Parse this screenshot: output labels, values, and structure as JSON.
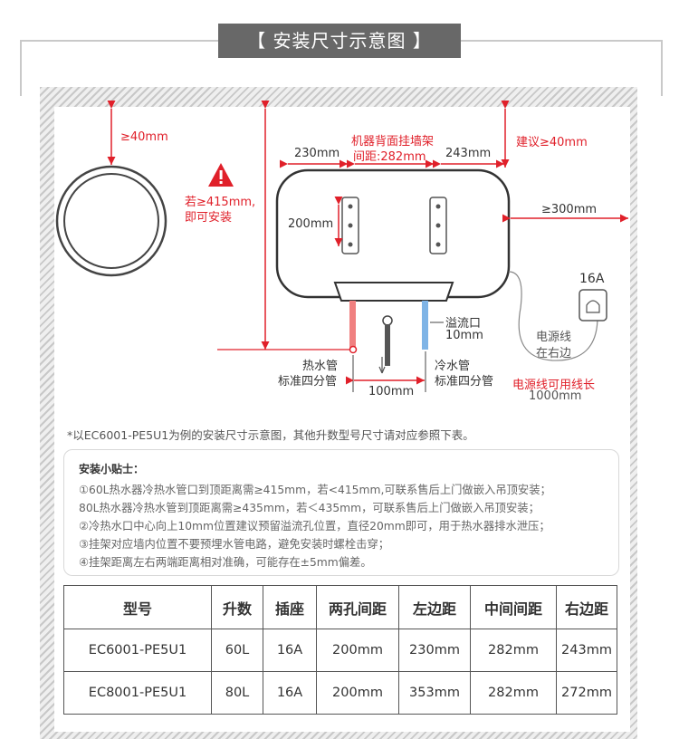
{
  "title": "【 安装尺寸示意图 】",
  "diagram": {
    "top_left_gap": "≥40mm",
    "warning_line1": "若≥415mm,",
    "warning_line2": "即可安装",
    "bracket_title_line1": "机器背面挂墙架",
    "bracket_title_line2": "间距:282mm",
    "left_margin": "230mm",
    "right_margin": "243mm",
    "top_right_gap": "建议≥40mm",
    "side_gap": "≥300mm",
    "hole_spacing": "200mm",
    "socket_rating": "16A",
    "overflow_line1": "溢流口",
    "overflow_line2": "10mm",
    "power_line1": "电源线",
    "power_line2": "在右边",
    "cable_line1": "电源线可用线长",
    "cable_line2": "1000mm",
    "hot_pipe_line1": "热水管",
    "hot_pipe_line2": "标准四分管",
    "cold_pipe_line1": "冷水管",
    "cold_pipe_line2": "标准四分管",
    "pipe_spacing": "100mm"
  },
  "note": "*以EC6001-PE5U1为例的安装尺寸示意图，其他升数型号尺寸请对应参照下表。",
  "tips": {
    "title": "安装小贴士：",
    "lines": [
      "①60L热水器冷热水管口到顶距离需≥415mm，若<415mm,可联系售后上门做嵌入吊顶安装；",
      "80L热水器冷热水管到顶距离需≥435mm，若＜435mm，可联系售后上门做嵌入吊顶安装；",
      "②冷热水口中心向上10mm位置建议预留溢流孔位置，直径20mm即可，用于热水器排水泄压；",
      "③挂架对应墙内位置不要预埋水管电路，避免安装时螺栓击穿；",
      "④挂架距离左右两端距离相对准确，可能存在±5mm偏差。"
    ]
  },
  "table": {
    "headers": [
      "型号",
      "升数",
      "插座",
      "两孔间距",
      "左边距",
      "中间间距",
      "右边距"
    ],
    "rows": [
      [
        "EC6001-PE5U1",
        "60L",
        "16A",
        "200mm",
        "230mm",
        "282mm",
        "243mm"
      ],
      [
        "EC8001-PE5U1",
        "80L",
        "16A",
        "200mm",
        "353mm",
        "282mm",
        "272mm"
      ]
    ]
  },
  "colors": {
    "accent_red": "#e0202a",
    "title_bg": "#686868",
    "hot": "#f08080",
    "cold": "#7fb4e6"
  },
  "icons": [
    "warning-triangle-icon",
    "socket-icon",
    "ceiling-light-icon"
  ]
}
